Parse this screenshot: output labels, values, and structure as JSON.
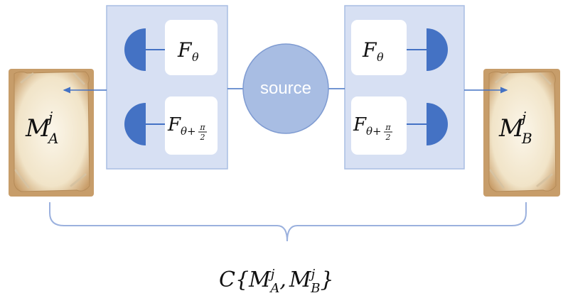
{
  "source": {
    "label": "source"
  },
  "left_station": {
    "detector_top": {
      "label_main": "F",
      "label_sub": "θ"
    },
    "detector_bottom": {
      "label_main": "F",
      "label_sub": "θ+",
      "frac_num": "π",
      "frac_den": "2"
    }
  },
  "right_station": {
    "detector_top": {
      "label_main": "F",
      "label_sub": "θ"
    },
    "detector_bottom": {
      "label_main": "F",
      "label_sub": "θ+",
      "frac_num": "π",
      "frac_den": "2"
    }
  },
  "record_a": {
    "main": "M",
    "sup": "j",
    "sub": "A"
  },
  "record_b": {
    "main": "M",
    "sup": "j",
    "sub": "B"
  },
  "correlation": {
    "prefix": "C{",
    "m": "M",
    "sup": "j",
    "sub_a": "A",
    "sep": ",",
    "sub_b": "B",
    "suffix": "}"
  },
  "colors": {
    "panel_fill": "#d7e0f3",
    "panel_stroke": "#a9bde3",
    "detector": "#4472c4",
    "line": "#4472c4",
    "source_fill": "#a8bde3",
    "source_stroke": "#7f9bd1",
    "parchment": "#f1e5cc",
    "parchment_edge": "#c79d6a",
    "brace": "#9bb1de"
  }
}
